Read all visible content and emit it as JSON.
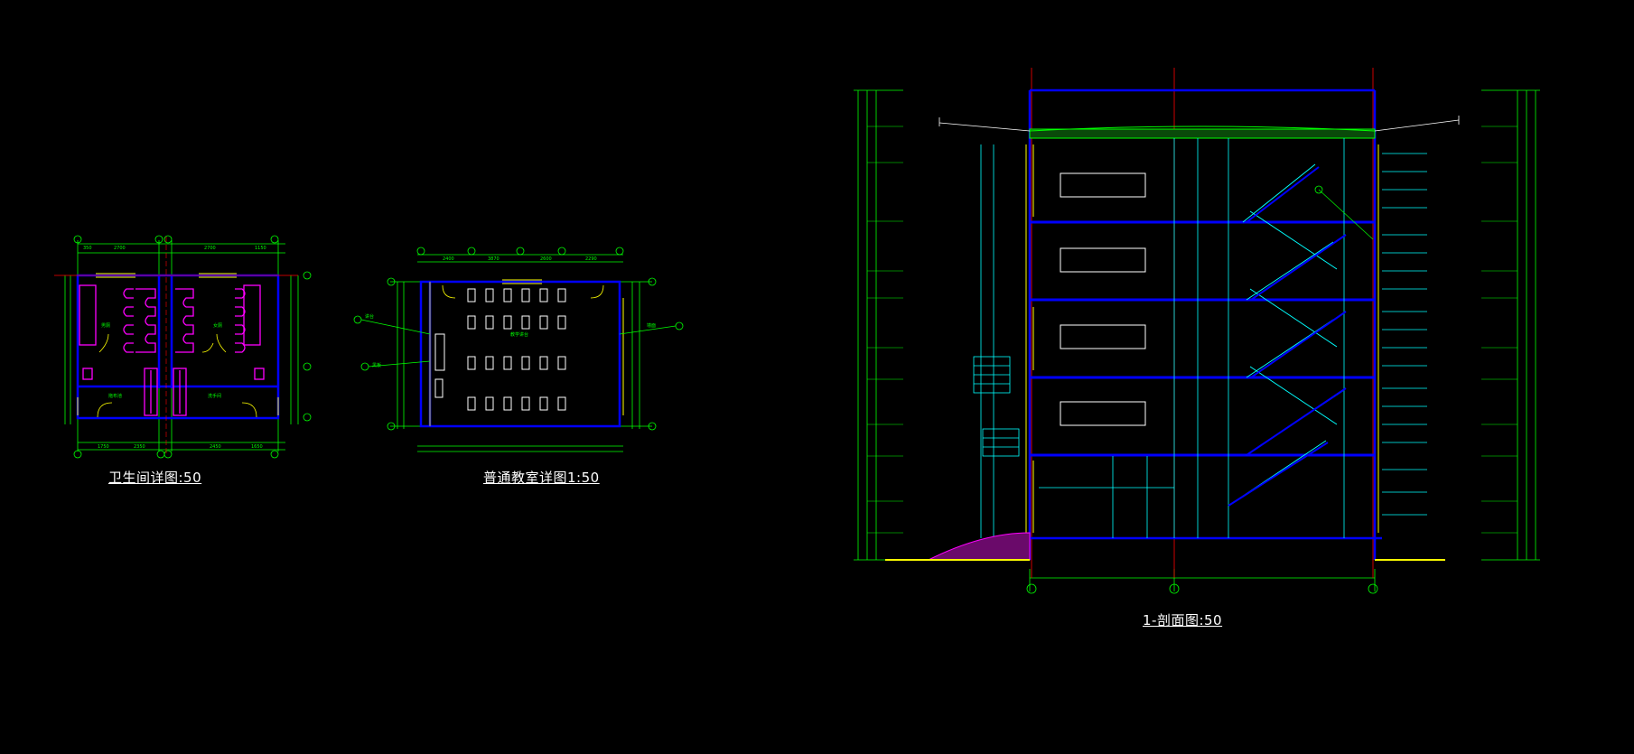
{
  "drawings": {
    "toilet": {
      "title": "卫生间详图:50"
    },
    "classroom": {
      "title": "普通教室详图1:50"
    },
    "section": {
      "title": "1-剖面图:50"
    }
  },
  "colors": {
    "background": "#000000",
    "dimension": "#00ff00",
    "wall": "#0000ff",
    "fixture": "#ff00ff",
    "detail": "#00ffff",
    "axis": "#ff0000",
    "accent": "#ffff00"
  }
}
